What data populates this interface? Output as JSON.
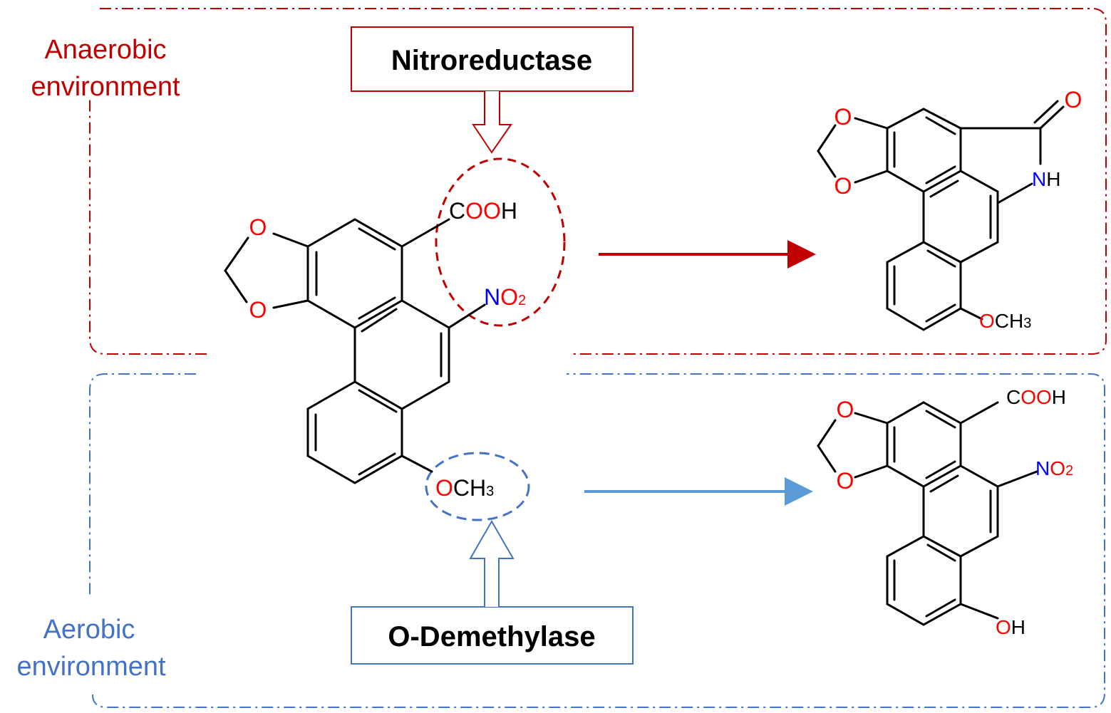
{
  "anaerobic": {
    "line1": "Anaerobic",
    "line2": "environment",
    "color": "#c00000"
  },
  "aerobic": {
    "line1": "Aerobic",
    "line2": "environment",
    "color": "#4472c4"
  },
  "enzymes": {
    "top": "Nitroreductase",
    "bottom": "O-Demethylase"
  },
  "substrate": {
    "cooh": "COOH",
    "no2_main": "NO",
    "no2_sub": "2",
    "och3_main": "OCH",
    "och3_sub": "3"
  },
  "product_top": {
    "carbonyl_o": "O",
    "nh": "NH",
    "och3_main": "OCH",
    "och3_sub": "3"
  },
  "product_bottom": {
    "cooh": "COOH",
    "no2_main": "NO",
    "no2_sub": "2",
    "oh": "OH"
  },
  "ring_o": "O",
  "colors": {
    "oxygen": "#ff0000",
    "nitrogen": "#0000ff",
    "carbon": "#000000",
    "arrow_red": "#c00000",
    "arrow_blue": "#5b9bd5"
  }
}
